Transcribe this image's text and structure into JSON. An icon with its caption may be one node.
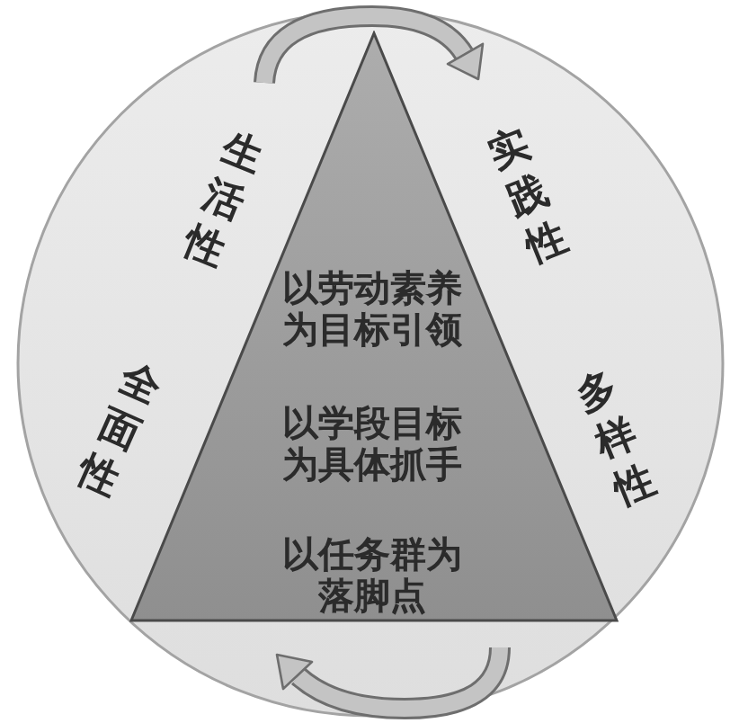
{
  "diagram": {
    "nodes": [
      {
        "text": [
          "生活性",
          "实践性",
          "全面性",
          "多样性"
        ]
      },
      {
        "text": [
          "以劳动素养为目标引领",
          "以学段目标为具体抓手",
          "以任务群为落脚点"
        ],
        "in": 0
      }
    ]
  }
}
